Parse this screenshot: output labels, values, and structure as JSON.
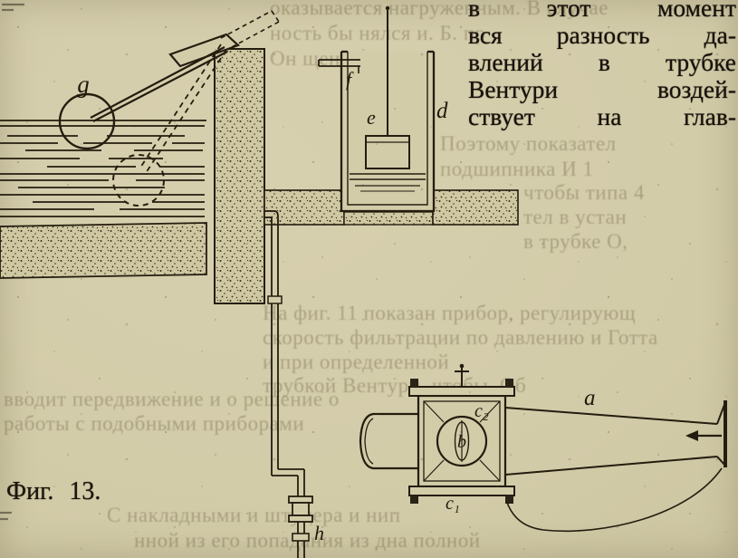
{
  "page": {
    "paper_color": "#d3cca9",
    "ink_color": "#241d0f"
  },
  "paragraph": {
    "lines": [
      "в этот момент",
      "вся разность да-",
      "влений в трубке",
      "Вентури воздей-",
      "ствует на глав-"
    ]
  },
  "caption": "Фиг. 13.",
  "diagram": {
    "labels": {
      "g": "g",
      "f": "f",
      "e": "e",
      "d": "d",
      "a": "a",
      "b": "b",
      "c2": "c₂",
      "c1": "c₁",
      "h": "h"
    }
  },
  "bleedthrough": {
    "lines": [
      "оказывается нагруженным. В случае",
      "ность бы нялся и. Б. пр",
      "Он щение р",
      "Поэтому показател",
      "подшипника И 1",
      "чтобы типа 4",
      "тел в устан",
      "в трубке О,",
      "На фиг. 11 показан прибор, регулирующ",
      "скорость фильтрации по давлению и Готта",
      "и при определенной",
      "трубкой Вентури, чтобы. Об",
      "вводит передвижение и о решение о",
      "работы с подобными приборами",
      "С накладными и штуцера и нип",
      "нной из его попадания из дна полной"
    ]
  }
}
